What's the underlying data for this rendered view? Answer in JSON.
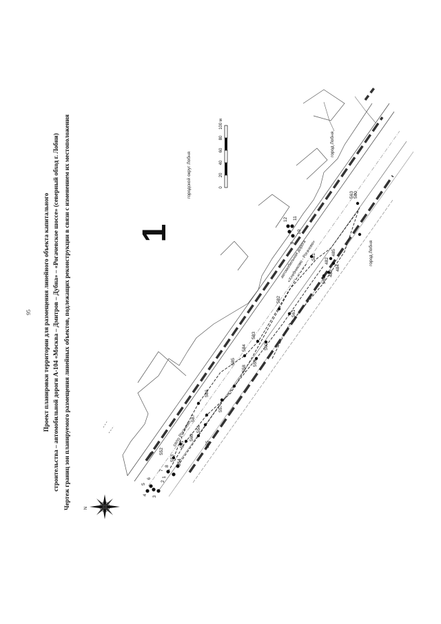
{
  "page_number": "95",
  "title_lines": [
    "Проект планировки территории для размещения линейного объекта капитального",
    "строительства – автомобильной дороги А-104 «Москва – Дмитров – Дубна» – «Рогачевское шоссе» (северный обход г. Лобни)",
    "Чертеж границ зон планируемого размещения линейных объектов, подлежащих реконструкции в связи с изменением их местоположения"
  ],
  "sheet_number": "1",
  "compass": {
    "north_label": "N"
  },
  "scale_bar": {
    "ticks": [
      "0",
      "20",
      "40",
      "60",
      "80",
      "100 м"
    ]
  },
  "labels": {
    "district": "городской округ Лобня",
    "city_top": "город Лобня",
    "city_bottom": "город Лобня",
    "village": "село Рогачево",
    "road_line1": "автомобильная дорога",
    "road_line2": "«Хлебниково - Рогачево»"
  },
  "points": [
    {
      "id": "p4",
      "label": "4"
    },
    {
      "id": "p5",
      "label": "5"
    },
    {
      "id": "p3",
      "label": "3"
    },
    {
      "id": "p6",
      "label": "6"
    },
    {
      "id": "p2",
      "label": "2"
    },
    {
      "id": "p1",
      "label": "1"
    },
    {
      "id": "p7",
      "label": "7"
    },
    {
      "id": "p8",
      "label": "8"
    },
    {
      "id": "p552",
      "label": "552"
    },
    {
      "id": "p553",
      "label": "553"
    },
    {
      "id": "p554",
      "label": "554"
    },
    {
      "id": "p551",
      "label": "551"
    },
    {
      "id": "p555",
      "label": "555"
    },
    {
      "id": "p556",
      "label": "556"
    },
    {
      "id": "p560",
      "label": "560"
    },
    {
      "id": "p587",
      "label": "587"
    },
    {
      "id": "p557",
      "label": "557"
    },
    {
      "id": "p586",
      "label": "586"
    },
    {
      "id": "p585",
      "label": "585"
    },
    {
      "id": "p558",
      "label": "558"
    },
    {
      "id": "p559",
      "label": "559"
    },
    {
      "id": "p584",
      "label": "584"
    },
    {
      "id": "p583",
      "label": "583"
    },
    {
      "id": "p560b",
      "label": "560"
    },
    {
      "id": "p582",
      "label": "582"
    },
    {
      "id": "p561",
      "label": "561"
    },
    {
      "id": "p581",
      "label": "581"
    },
    {
      "id": "p562",
      "label": "562"
    },
    {
      "id": "p483",
      "label": "483"
    },
    {
      "id": "p482",
      "label": "482"
    },
    {
      "id": "p484",
      "label": "484"
    },
    {
      "id": "p485",
      "label": "485"
    },
    {
      "id": "p580",
      "label": "580"
    },
    {
      "id": "p563",
      "label": "563"
    },
    {
      "id": "p9",
      "label": "9"
    },
    {
      "id": "p10",
      "label": "10"
    },
    {
      "id": "p11",
      "label": "11"
    },
    {
      "id": "p12",
      "label": "12"
    }
  ]
}
